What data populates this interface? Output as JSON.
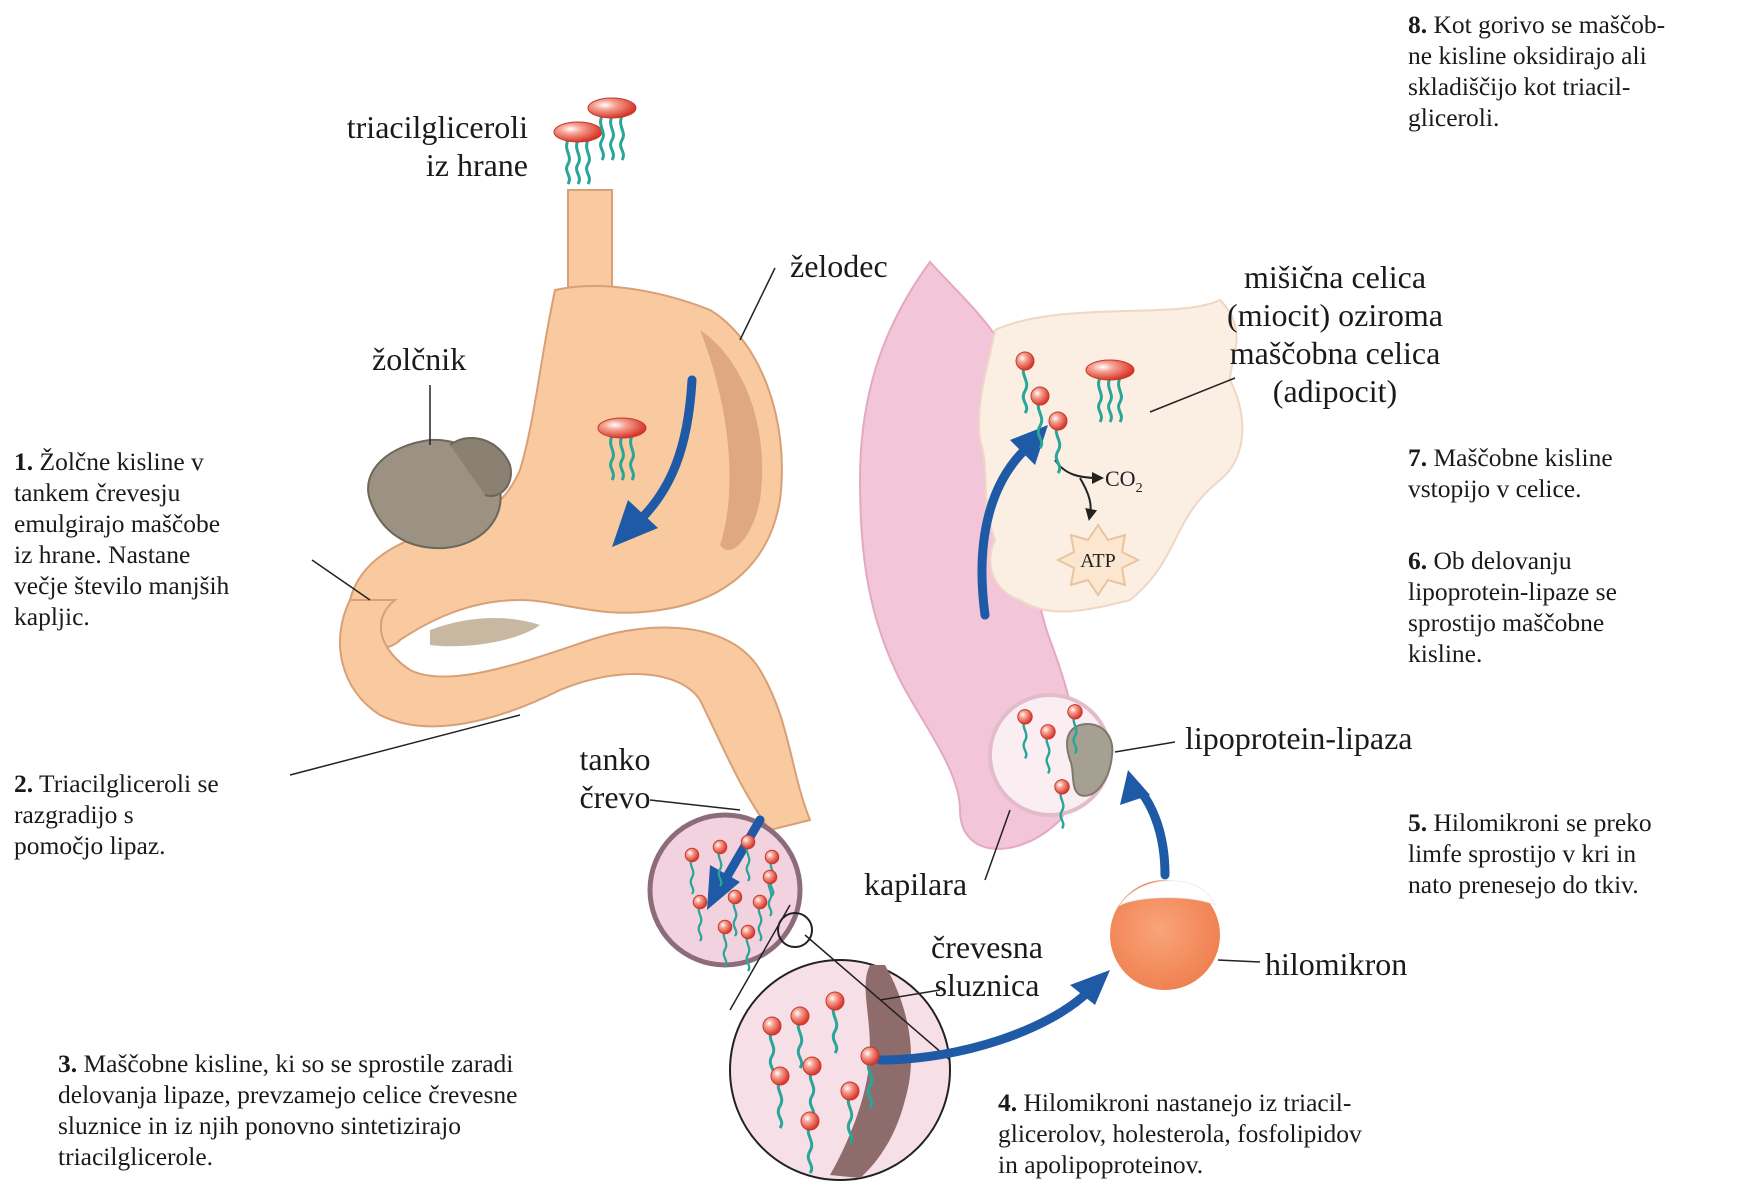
{
  "labels": {
    "triacylglycerols_food": [
      "triacilgliceroli",
      "iz hrane"
    ],
    "stomach": "želodec",
    "gallbladder": "žolčnik",
    "small_intestine": [
      "tanko",
      "črevo"
    ],
    "intestinal_mucosa": [
      "črevesna",
      "sluznica"
    ],
    "capillary": "kapilara",
    "chylomicron": "hilomikron",
    "lipoprotein_lipase": "lipoprotein-lipaza",
    "muscle_fat_cell": [
      "mišična celica",
      "(miocit) oziroma",
      "maščobna celica",
      "(adipocit)"
    ],
    "co2": "CO",
    "co2_sub": "2",
    "atp": "ATP"
  },
  "steps": [
    {
      "num": "1.",
      "lines": [
        " Žolčne kisline v",
        "tankem črevesju",
        "emulgirajo maščobe",
        "iz hrane. Nastane",
        "večje število manjših",
        "kapljic."
      ]
    },
    {
      "num": "2.",
      "lines": [
        " Triacilgliceroli se",
        "razgradijo s",
        "pomočjo lipaz."
      ]
    },
    {
      "num": "3.",
      "lines": [
        " Maščobne kisline, ki so se sprostile zaradi",
        "delovanja lipaze, prevzamejo celice črevesne",
        "sluznice in iz njih ponovno sintetizirajo",
        "triacilglicerole."
      ]
    },
    {
      "num": "4.",
      "lines": [
        " Hilomikroni nastanejo iz triacil-",
        "glicerolov, holesterola, fosfolipidov",
        "in apolipoproteinov."
      ]
    },
    {
      "num": "5.",
      "lines": [
        " Hilomikroni se preko",
        "limfe sprostijo v kri in",
        "nato prenesejo do tkiv."
      ]
    },
    {
      "num": "6.",
      "lines": [
        " Ob delovanju",
        "lipoprotein-lipaze se",
        "sprostijo maščobne",
        "kisline."
      ]
    },
    {
      "num": "7.",
      "lines": [
        " Maščobne kisline",
        "vstopijo v celice."
      ]
    },
    {
      "num": "8.",
      "lines": [
        " Kot gorivo se maščob-",
        "ne kisline oksidirajo ali",
        "skladiščijo kot triacil-",
        "gliceroli."
      ]
    }
  ],
  "colors": {
    "gut": "#f9c9a0",
    "gut_shadow": "#d9a077",
    "vessel": "#f2c6d8",
    "cell": "#fbeee3",
    "arrow": "#1f5aa6",
    "chylomicron": "#f28a5a",
    "lipid_head": "#e84a3a",
    "lipid_tail": "#2aa59a"
  }
}
